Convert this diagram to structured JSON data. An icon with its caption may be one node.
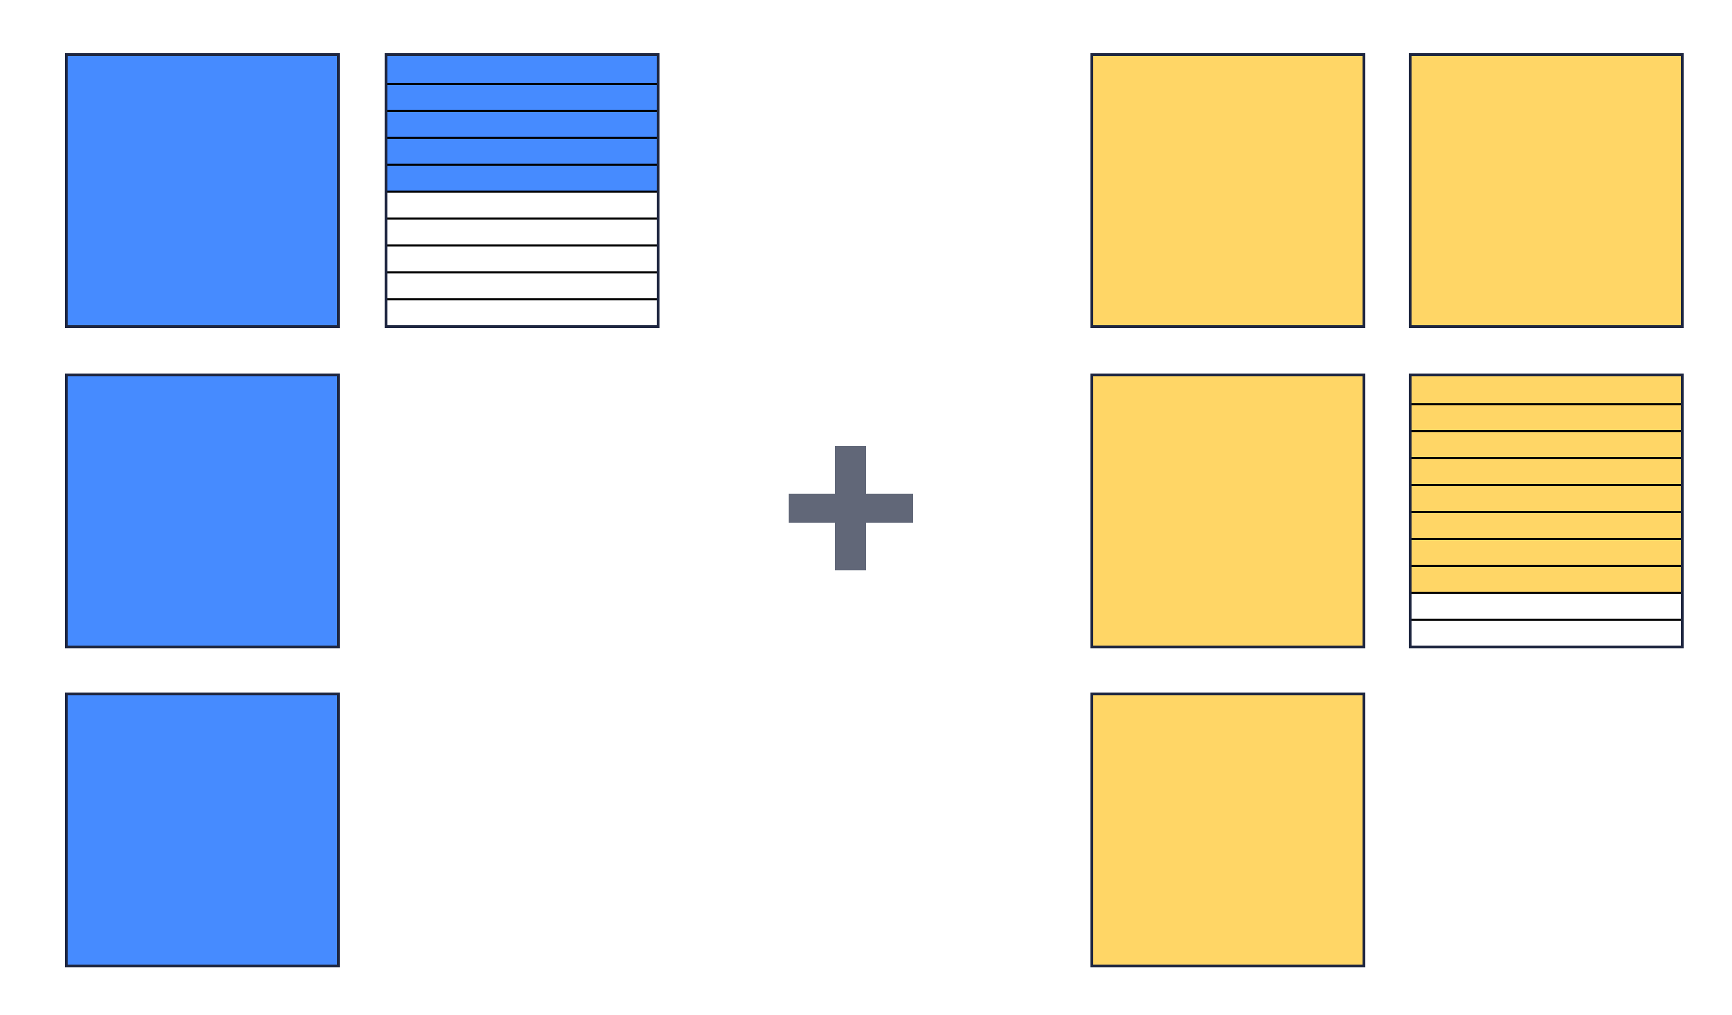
{
  "diagram": {
    "nodes": [
      {
        "text": [],
        "shape": "box"
      },
      {
        "text": [],
        "shape": "box"
      },
      {
        "text": [],
        "shape": "bar",
        "in": 1
      },
      {
        "text": [],
        "shape": "bar",
        "in": 1
      },
      {
        "text": [],
        "shape": "bar",
        "in": 1
      },
      {
        "text": [],
        "shape": "bar",
        "in": 1
      },
      {
        "text": [],
        "shape": "bar",
        "in": 1
      },
      {
        "text": [],
        "shape": "bar",
        "in": 1
      },
      {
        "text": [],
        "shape": "bar",
        "in": 1
      },
      {
        "text": [],
        "shape": "bar",
        "in": 1
      },
      {
        "text": [],
        "shape": "bar",
        "in": 1
      },
      {
        "text": [],
        "shape": "bar",
        "in": 1
      },
      {
        "text": [],
        "shape": "box"
      },
      {
        "text": [],
        "shape": "box"
      },
      {
        "text": [],
        "shape": "box"
      },
      {
        "text": [],
        "shape": "box"
      },
      {
        "text": [],
        "shape": "box"
      },
      {
        "text": [],
        "shape": "bar",
        "in": 16
      },
      {
        "text": [],
        "shape": "bar",
        "in": 16
      },
      {
        "text": [],
        "shape": "bar",
        "in": 16
      },
      {
        "text": [],
        "shape": "bar",
        "in": 16
      },
      {
        "text": [],
        "shape": "bar",
        "in": 16
      },
      {
        "text": [],
        "shape": "bar",
        "in": 16
      },
      {
        "text": [],
        "shape": "bar",
        "in": 16
      },
      {
        "text": [],
        "shape": "bar",
        "in": 16
      },
      {
        "text": [],
        "shape": "bar",
        "in": 16
      },
      {
        "text": [],
        "shape": "bar",
        "in": 16
      },
      {
        "text": [],
        "shape": "box"
      },
      {
        "text": [],
        "shape": "box"
      }
    ]
  }
}
